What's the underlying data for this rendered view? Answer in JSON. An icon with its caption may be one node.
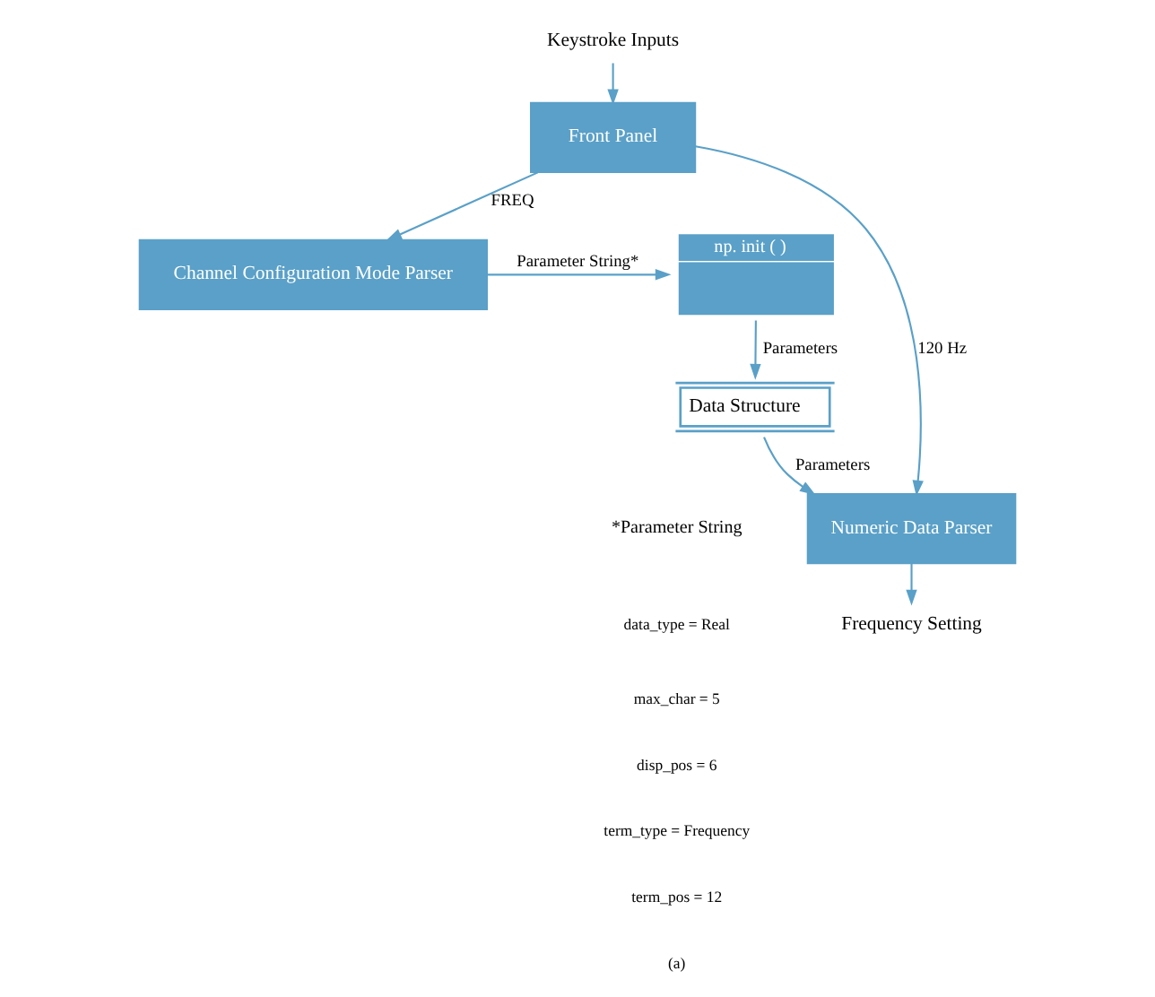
{
  "diagram": {
    "nodes": [
      {
        "text": [
          "Keystroke Inputs"
        ]
      },
      {
        "text": [
          "Front Panel"
        ]
      },
      {
        "text": [
          "Channel Configuration Mode Parser"
        ]
      },
      {
        "text": [
          "np. init ( )"
        ]
      },
      {
        "text": [
          "Data Structure"
        ]
      },
      {
        "text": [
          "Numeric Data Parser"
        ]
      },
      {
        "text": [
          "Frequency Setting"
        ]
      }
    ],
    "edges": [
      {
        "from": 0,
        "to": 1,
        "arrow": "to"
      },
      {
        "from": 1,
        "to": 2,
        "arrow": "to",
        "label": "FREQ"
      },
      {
        "from": 2,
        "to": 3,
        "arrow": "to",
        "label": "Parameter String*"
      },
      {
        "from": 3,
        "to": 4,
        "arrow": "to",
        "label": "Parameters"
      },
      {
        "from": 4,
        "to": 5,
        "arrow": "to",
        "label": "Parameters"
      },
      {
        "from": 1,
        "to": 5,
        "arrow": "to",
        "label": "120 Hz"
      },
      {
        "from": 5,
        "to": 6,
        "arrow": "to"
      }
    ],
    "labels": [
      "*Parameter String",
      "data_type = Real",
      "max_char = 5",
      "disp_pos = 6",
      "term_type = Frequency",
      "term_pos = 12",
      "(a)"
    ]
  }
}
